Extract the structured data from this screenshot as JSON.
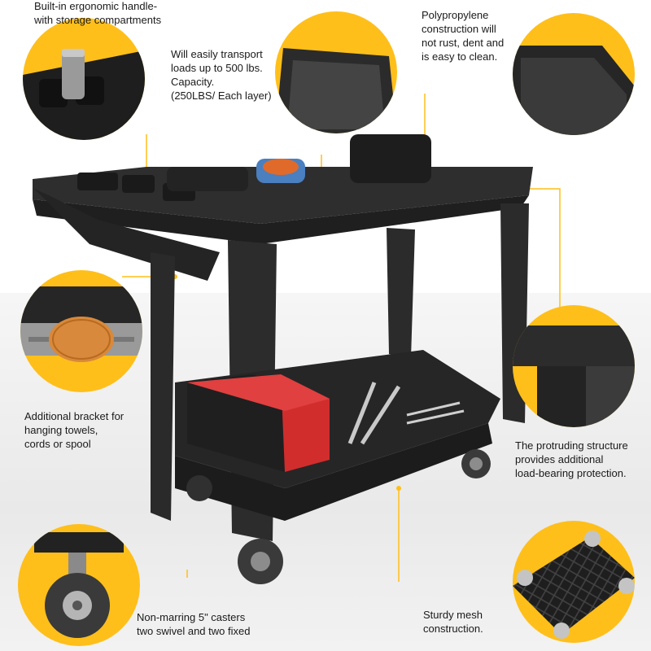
{
  "callouts": {
    "handle": "Built-in ergonomic handle-\nwith storage compartments",
    "capacity": "Will easily transport\nloads up to 500 lbs.\nCapacity.\n(250LBS/ Each layer)",
    "material": "Polypropylene\nconstruction will\nnot rust, dent and\nis easy to clean.",
    "bracket": "Additional bracket for\nhanging towels,\ncords or spool",
    "structure": "The protruding structure\nprovides additional\nload-bearing protection.",
    "casters": "Non-marring 5\" casters\ntwo swivel and two fixed",
    "mesh": "Sturdy mesh\nconstruction."
  },
  "colors": {
    "accent": "#ffbf1a",
    "cart": "#2b2b2b",
    "leader_line": "#ffbf1a"
  },
  "icons": [
    "handle-compartment-closeup",
    "tray-closeup",
    "tray-corner-closeup",
    "spool-closeup",
    "post-corner-closeup",
    "caster-closeup",
    "mesh-underside-closeup",
    "utility-cart"
  ]
}
